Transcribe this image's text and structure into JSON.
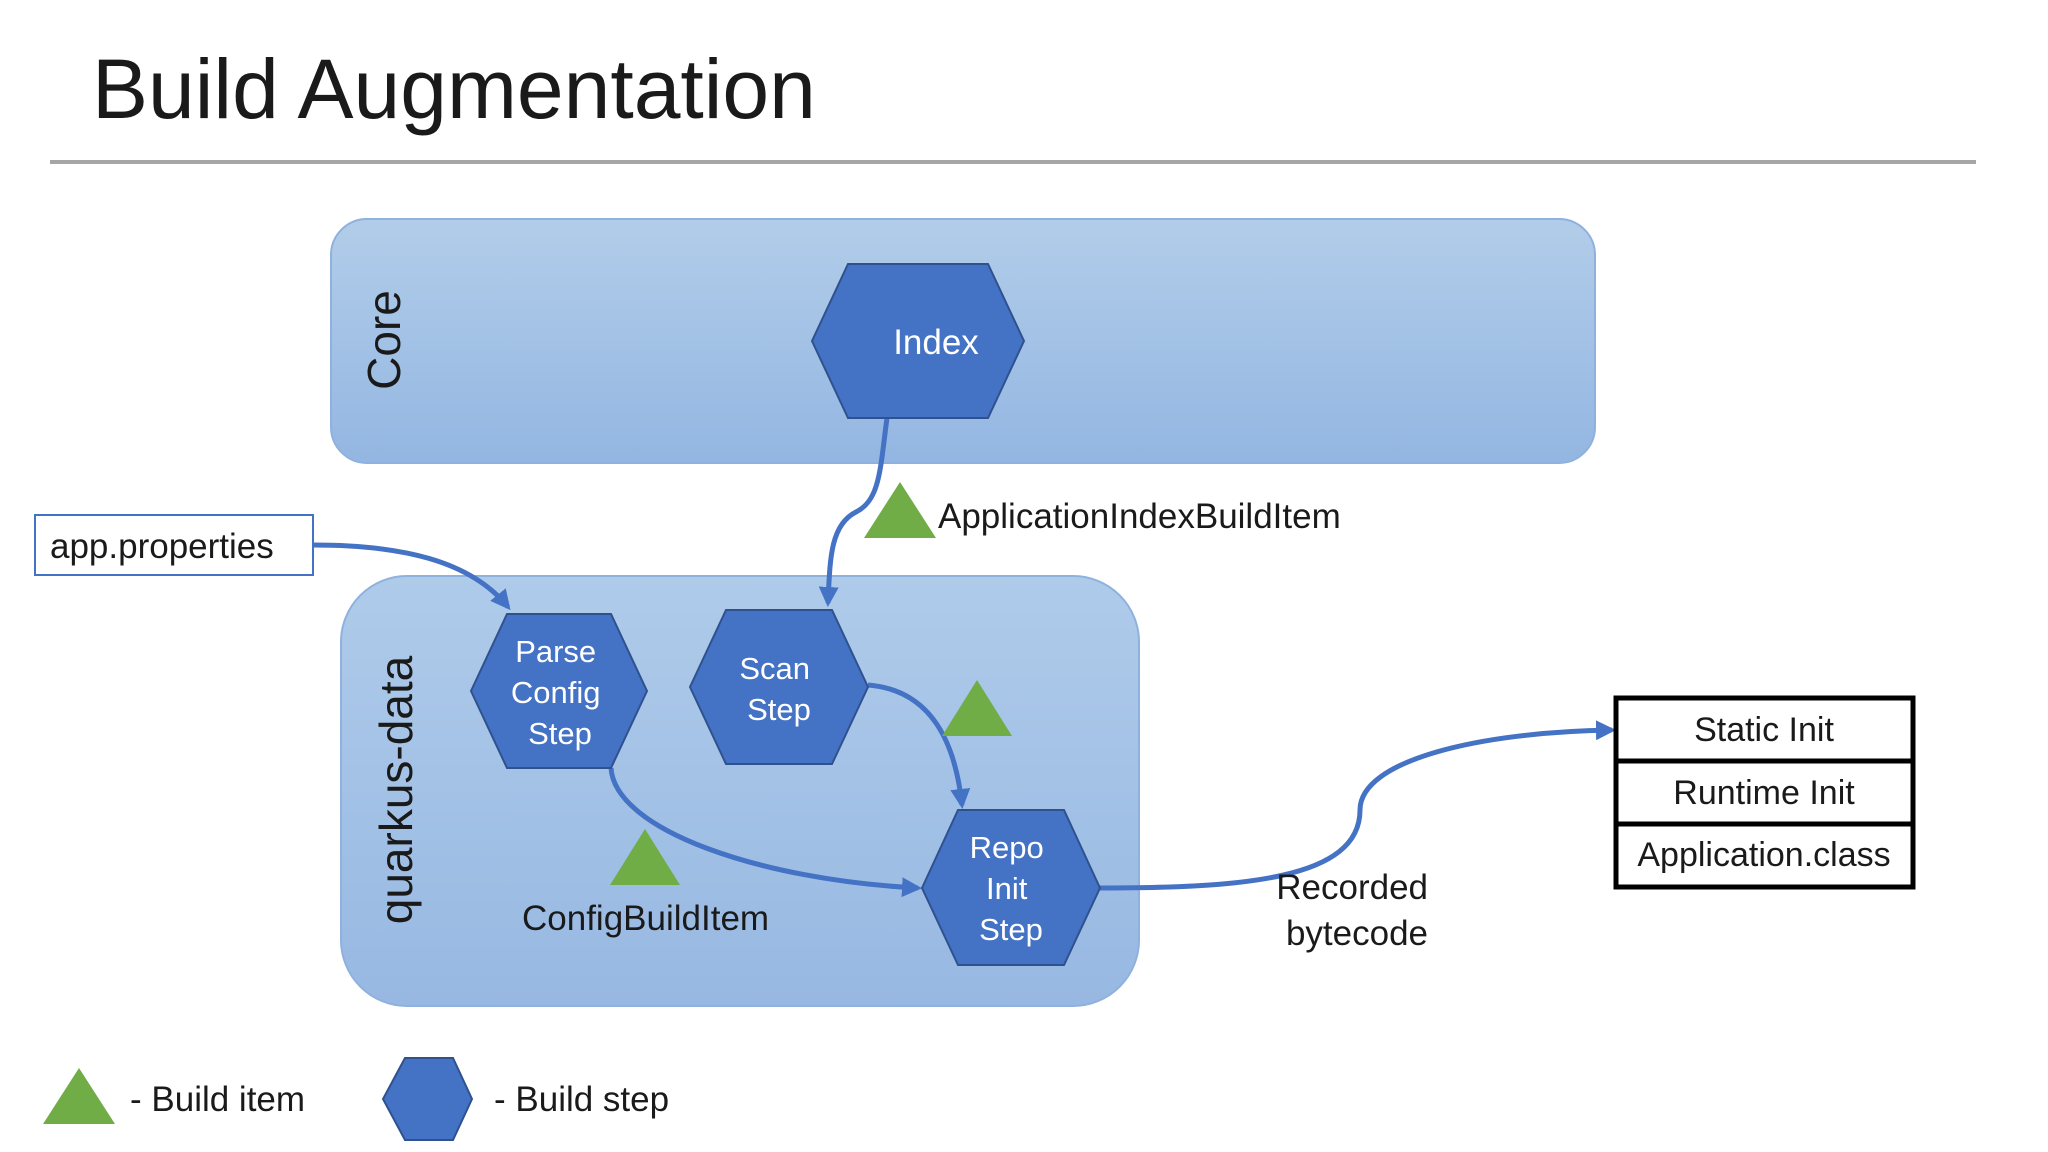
{
  "title": "Build Augmentation",
  "groups": {
    "core": "Core",
    "quarkus_data": "quarkus-data"
  },
  "input": "app.properties",
  "steps": {
    "index": "Index",
    "parse_config": [
      "Parse",
      "Config",
      "Step"
    ],
    "scan": [
      "Scan",
      "Step"
    ],
    "repo_init": [
      "Repo",
      "Init",
      "Step"
    ]
  },
  "build_items": {
    "application_index": "ApplicationIndexBuildItem",
    "config": "ConfigBuildItem"
  },
  "output_label": [
    "Recorded",
    "bytecode"
  ],
  "output_stack": [
    "Static Init",
    "Runtime Init",
    "Application.class"
  ],
  "legend": {
    "build_item": "- Build item",
    "build_step": "- Build step"
  },
  "colors": {
    "core_fill": "#9dbfe6",
    "quarkus_fill": "#a2c0e6",
    "hex_fill": "#4472c4",
    "hex_stroke": "#2f528f",
    "triangle": "#70ad47",
    "arrow": "#4472c4",
    "rule": "#a6a6a6"
  }
}
